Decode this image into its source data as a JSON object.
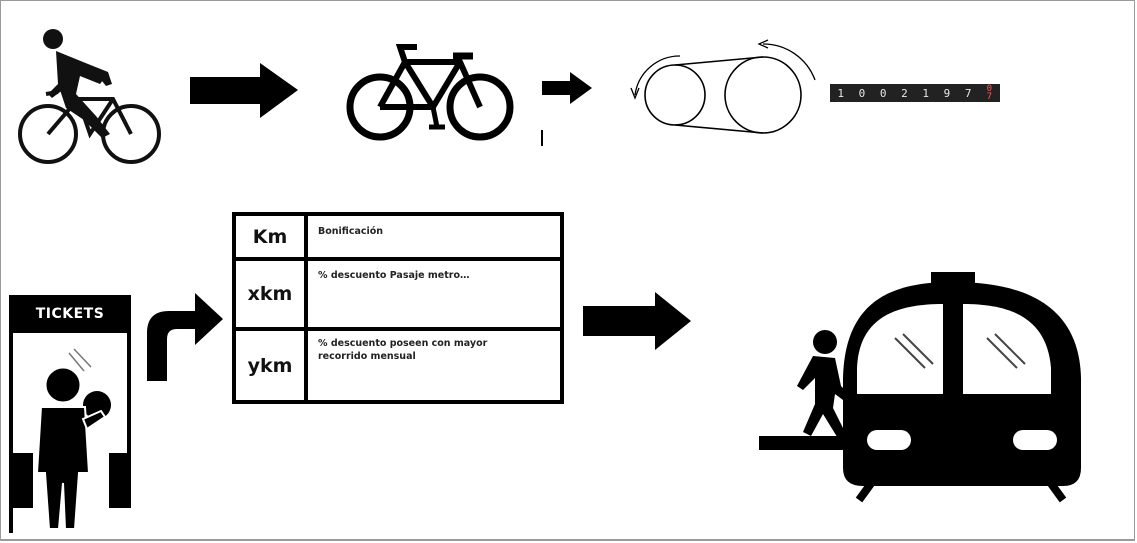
{
  "odometer": {
    "digits": [
      "1",
      "0",
      "0",
      "2",
      "1",
      "9",
      "7"
    ],
    "last_digit_top": "0",
    "last_digit_bottom": "7"
  },
  "tickets_sign": "TICKETS",
  "table": {
    "rows": [
      {
        "unit": "Km",
        "text": "Bonificación"
      },
      {
        "unit": "xkm",
        "text": "% descuento Pasaje metro…"
      },
      {
        "unit": "ykm",
        "text": "% descuento  poseen con mayor recorrido mensual"
      }
    ]
  },
  "icons": [
    "cyclist-icon",
    "bicycle-icon",
    "pulley-icon",
    "ticket-booth-icon",
    "train-icon",
    "passenger-icon"
  ]
}
